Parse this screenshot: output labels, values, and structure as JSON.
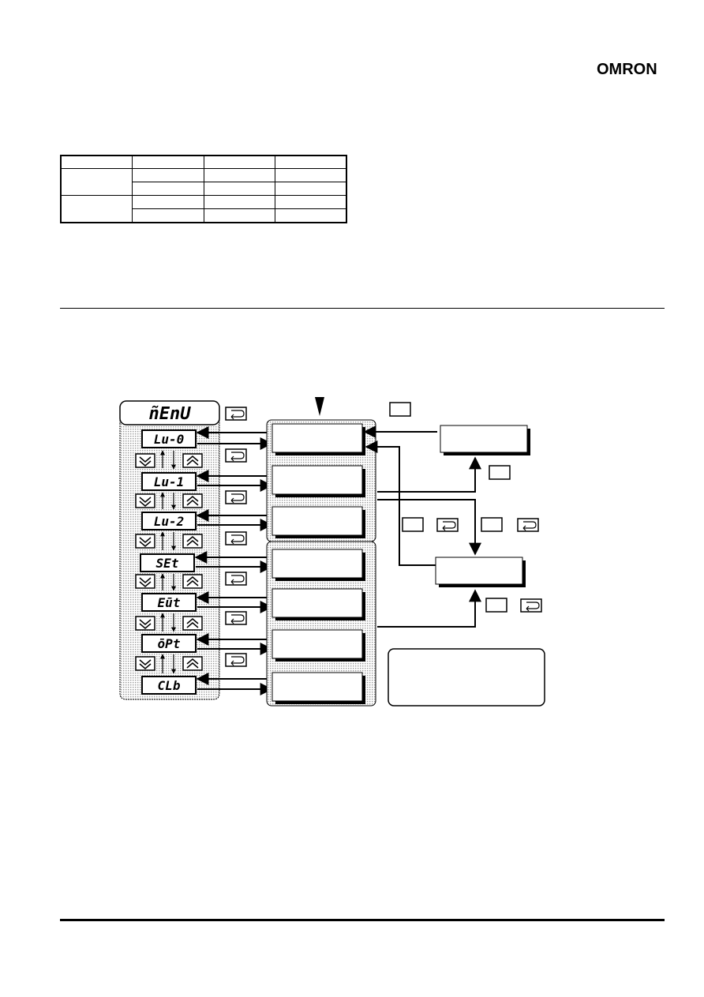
{
  "brand": {
    "logo_text": "OMRON"
  },
  "spec_table": {
    "rows": [
      [
        "",
        "",
        "",
        ""
      ],
      [
        "",
        "",
        "",
        ""
      ],
      [
        "",
        "",
        "",
        ""
      ],
      [
        "",
        "",
        "",
        ""
      ],
      [
        "",
        "",
        "",
        ""
      ]
    ]
  },
  "menu_diagram": {
    "menu_title": "ñEnU",
    "levels": [
      "Lu-0",
      "Lu-1",
      "Lu-2",
      "SEt",
      "Eūt",
      "ōPt",
      "CLb"
    ],
    "icons": {
      "enter_key": "enter-key-icon",
      "down_key": "down-chevron-key-icon",
      "up_key": "up-chevron-key-icon",
      "blank_key": "blank-key-icon"
    },
    "colors": {
      "stipple": "#c8c8c8",
      "ink": "#000000",
      "paper": "#ffffff"
    }
  }
}
